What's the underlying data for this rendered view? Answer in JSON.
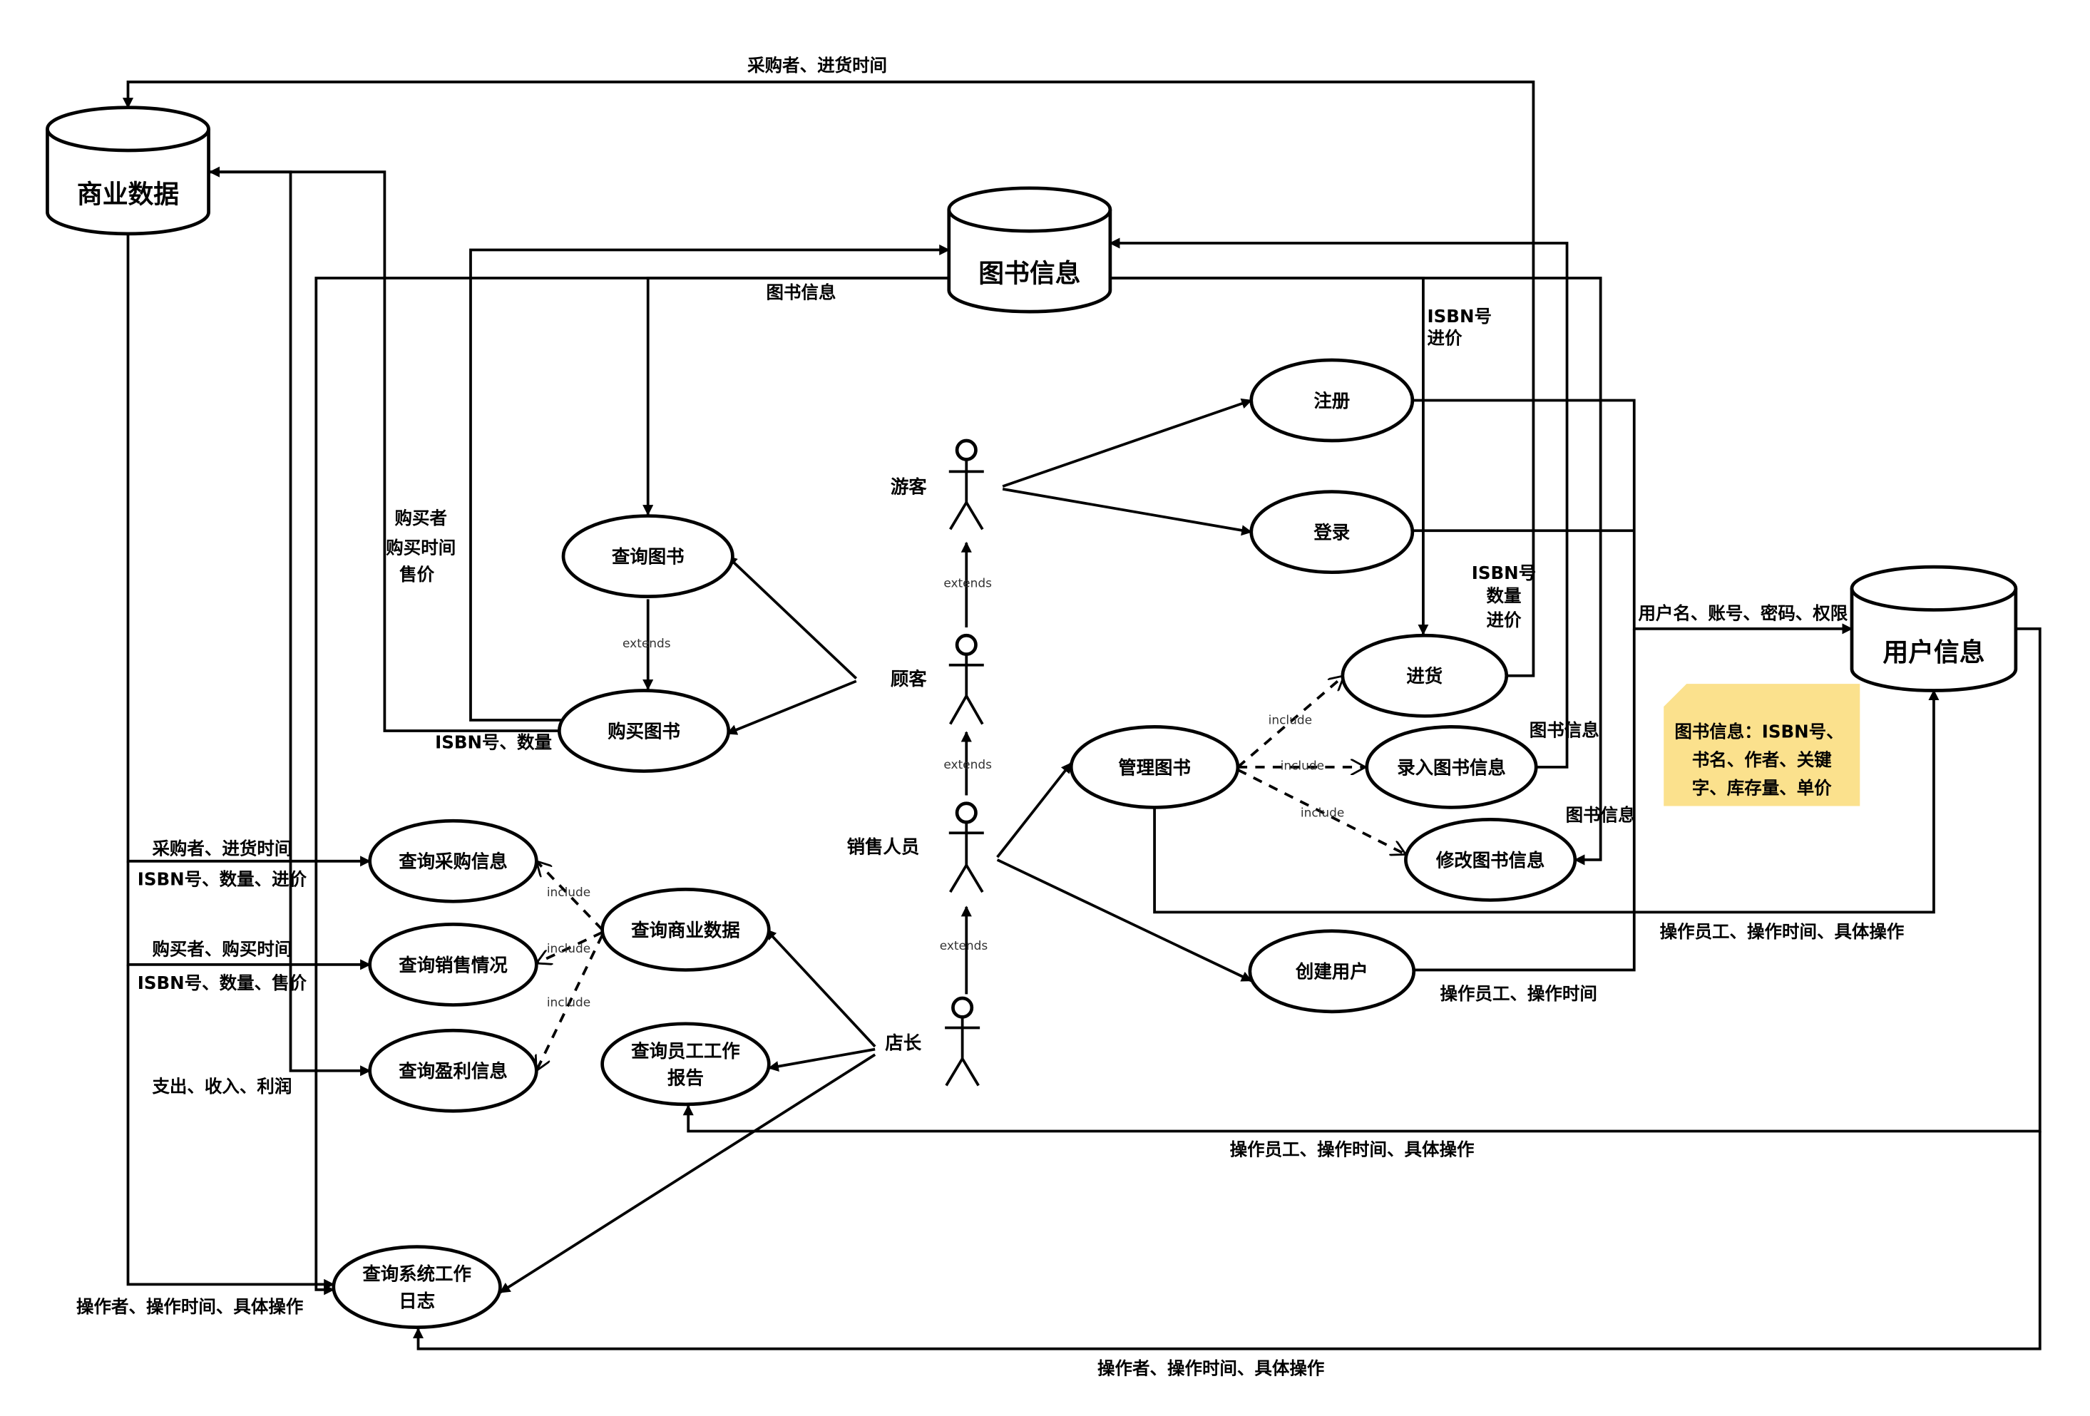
{
  "stores": {
    "business": "商业数据",
    "books": "图书信息",
    "users": "用户信息"
  },
  "actors": {
    "visitor": "游客",
    "customer": "顾客",
    "sales": "销售人员",
    "manager": "店长"
  },
  "usecases": {
    "query_book": "查询图书",
    "buy_book": "购买图书",
    "register": "注册",
    "login": "登录",
    "purchase": "进货",
    "manage_books": "管理图书",
    "add_book_info": "录入图书信息",
    "edit_book_info": "修改图书信息",
    "create_user": "创建用户",
    "query_purchase_info": "查询采购信息",
    "query_sales": "查询销售情况",
    "query_profit": "查询盈利信息",
    "query_business": "查询商业数据",
    "query_staff_report_1": "查询员工工作",
    "query_staff_report_2": "报告",
    "query_syslog_1": "查询系统工作",
    "query_syslog_2": "日志"
  },
  "relations": {
    "extends": "extends",
    "include": "include"
  },
  "labels": {
    "buyer_top": "采购者、进货时间",
    "book_info": "图书信息",
    "buy_info_1": "购买者",
    "buy_info_2": "购买时间",
    "buy_info_3": "售价",
    "isbn_qty": "ISBN号、数量",
    "isbn_price_1": "ISBN号",
    "isbn_price_2": "进价",
    "isbn_qty_price_1": "ISBN号",
    "isbn_qty_price_2": "数量",
    "isbn_qty_price_3": "进价",
    "user_fields": "用户名、账号、密码、权限",
    "book_info_add": "图书信息",
    "book_info_edit": "图书信息",
    "op_detail_manage": "操作员工、操作时间、具体操作",
    "op_time_create": "操作员工、操作时间",
    "purchase_data_1": "采购者、进货时间",
    "purchase_data_2": "ISBN号、数量、进价",
    "sales_data_1": "购买者、购买时间",
    "sales_data_2": "ISBN号、数量、售价",
    "profit_data": "支出、收入、利润",
    "op_detail_report": "操作员工、操作时间、具体操作",
    "log_left": "操作者、操作时间、具体操作",
    "log_bottom": "操作者、操作时间、具体操作"
  },
  "note": {
    "line1": "图书信息：ISBN号、",
    "line2": "书名、作者、关键",
    "line3": "字、库存量、单价",
    "color": "#fbe18d"
  }
}
